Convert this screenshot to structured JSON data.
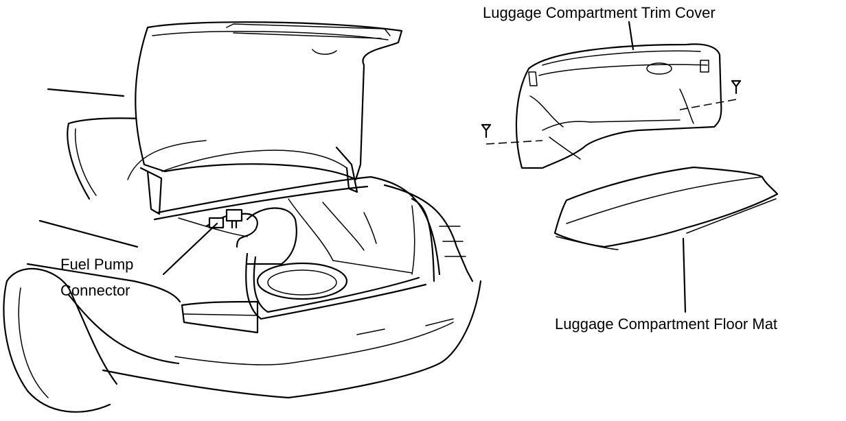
{
  "labels": {
    "trim_cover": "Luggage Compartment Trim Cover",
    "floor_mat": "Luggage Compartment Floor Mat",
    "fuel_pump_line1": "Fuel Pump",
    "fuel_pump_line2": "Connector"
  }
}
